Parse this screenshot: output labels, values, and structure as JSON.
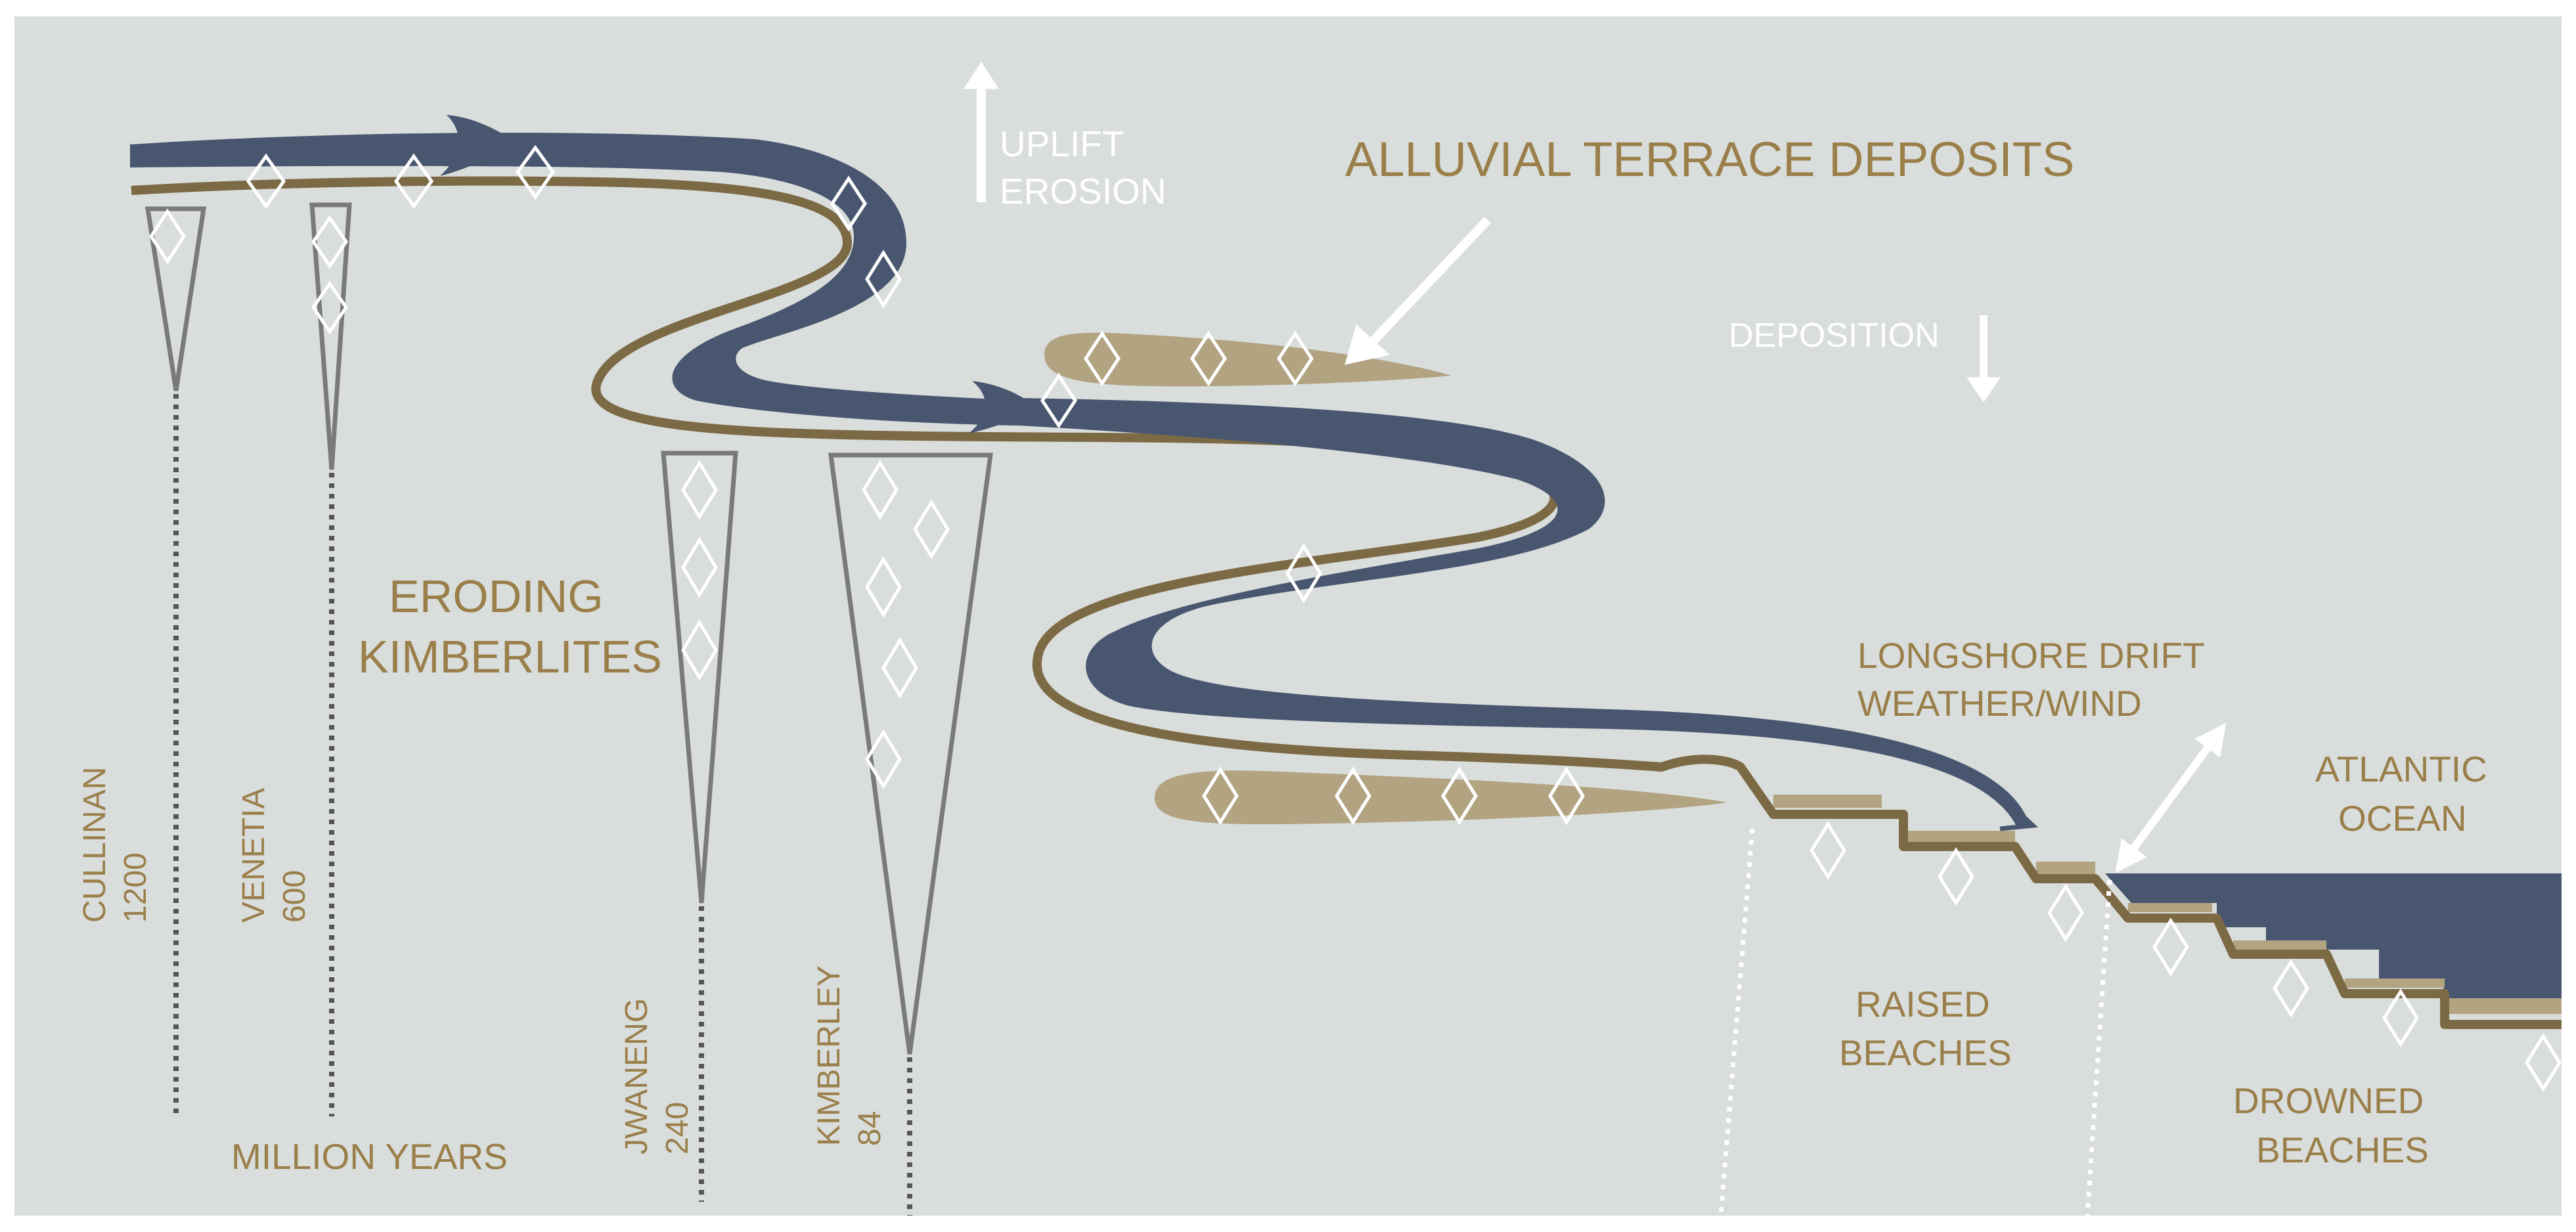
{
  "labels": {
    "uplift": "UPLIFT",
    "erosion": "EROSION",
    "alluvial_terrace_deposits": "ALLUVIAL TERRACE DEPOSITS",
    "deposition": "DEPOSITION",
    "eroding": "ERODING",
    "kimberlites": "KIMBERLITES",
    "longshore_drift": "LONGSHORE DRIFT",
    "weather_wind": "WEATHER/WIND",
    "atlantic": "ATLANTIC",
    "ocean": "OCEAN",
    "raised": "RAISED",
    "beaches_raised": "BEACHES",
    "drowned": "DROWNED",
    "beaches_drowned": "BEACHES",
    "million_years": "MILLION YEARS"
  },
  "kimberlites": [
    {
      "name": "CULLINAN",
      "age": "1200"
    },
    {
      "name": "VENETIA",
      "age": "600"
    },
    {
      "name": "JWANENG",
      "age": "240"
    },
    {
      "name": "KIMBERLEY",
      "age": "84"
    }
  ],
  "colors": {
    "background": "#d9dddb",
    "river_blue": "#495670",
    "river_brown": "#7c6a45",
    "sand": "#b2a381",
    "text_gold": "#9a7f4a",
    "pipe_gray": "#7a7a7a",
    "white": "#ffffff"
  }
}
